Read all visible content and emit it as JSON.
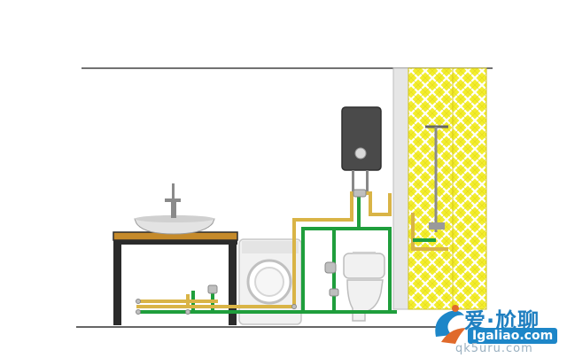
{
  "diagram": {
    "colors": {
      "hot_pipe": "#d9b446",
      "cold_pipe": "#1f9e3c",
      "tile": "#f2ee2c",
      "cabinet": "#2b2b2b",
      "countertop": "#c58a2a",
      "heater": "#4a4a4a",
      "wall": "#e6e6e6"
    },
    "fixtures": [
      {
        "name": "basin",
        "icon": "washbasin"
      },
      {
        "name": "faucet",
        "icon": "tap"
      },
      {
        "name": "washing-machine",
        "icon": "washing-machine"
      },
      {
        "name": "water-heater",
        "icon": "electric-water-heater"
      },
      {
        "name": "toilet",
        "icon": "toilet"
      },
      {
        "name": "shower",
        "icon": "shower-head"
      }
    ]
  },
  "watermark": {
    "text": "爱·尬聊",
    "url": "Igaliao.com",
    "sub": "qk5uru.com"
  }
}
